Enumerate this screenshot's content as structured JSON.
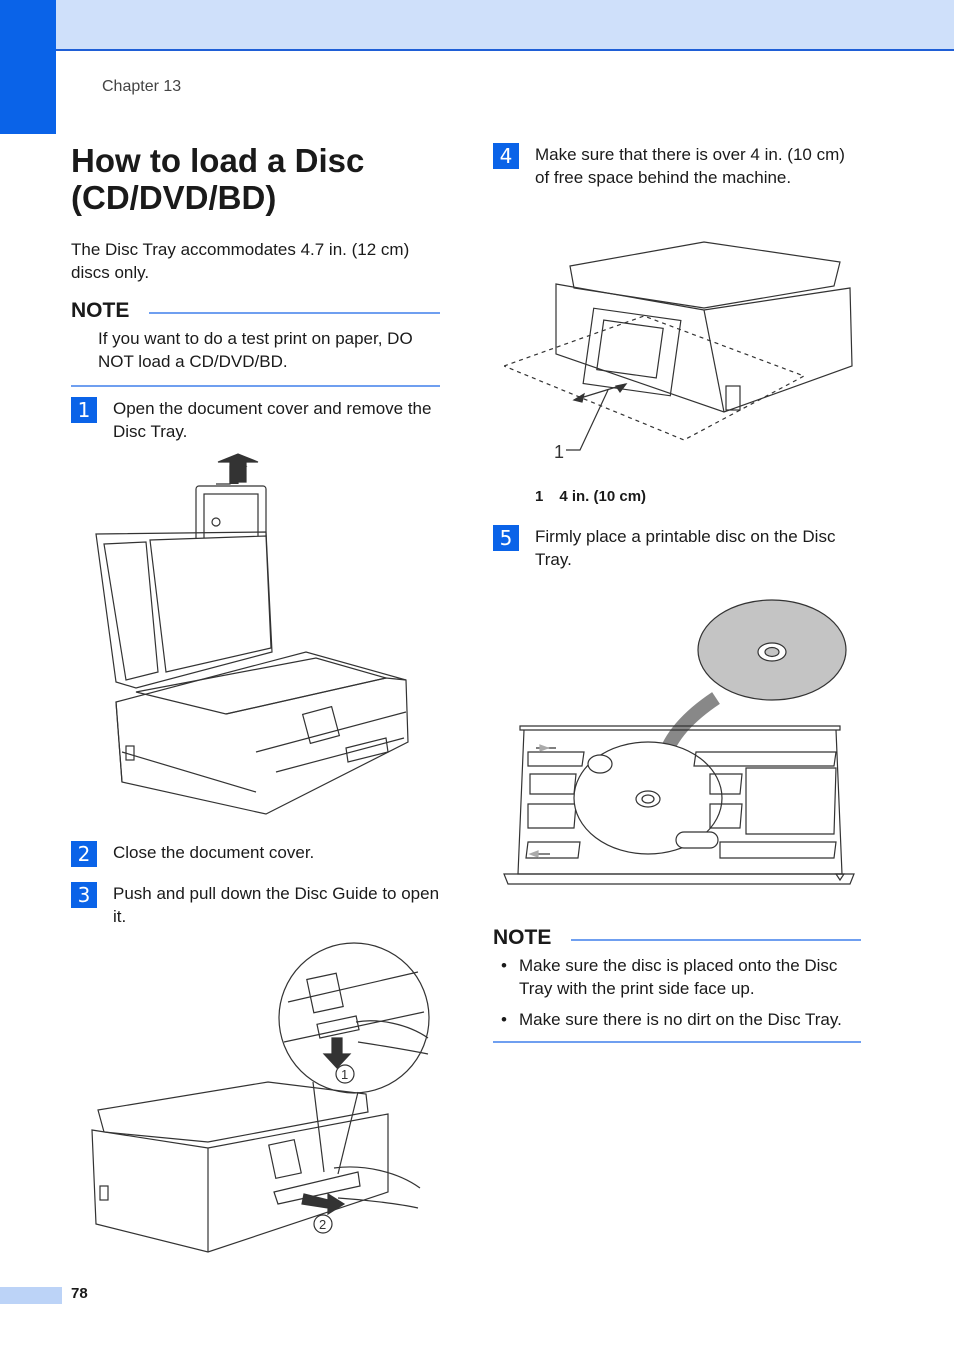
{
  "header": {
    "chapter": "Chapter 13"
  },
  "footer": {
    "page_number": "78"
  },
  "title": "How to load a Disc (CD/DVD/BD)",
  "intro": "The Disc Tray accommodates 4.7 in. (12 cm) discs only.",
  "note1": {
    "label": "NOTE",
    "text": "If you want to do a test print on paper, DO NOT load a CD/DVD/BD."
  },
  "steps": [
    {
      "num": "1",
      "text": "Open the document cover and remove the Disc Tray."
    },
    {
      "num": "2",
      "text": "Close the document cover."
    },
    {
      "num": "3",
      "text": "Push and pull down the Disc Guide to open it."
    },
    {
      "num": "4",
      "text": "Make sure that there is over 4 in. (10 cm) of free space behind the machine."
    },
    {
      "num": "5",
      "text": "Firmly place a printable disc on the Disc Tray."
    }
  ],
  "figure_callouts": {
    "push_down": "1",
    "pull_out": "2",
    "space_behind": "1"
  },
  "caption": {
    "num": "1",
    "text": "4 in. (10 cm)"
  },
  "note2": {
    "label": "NOTE",
    "bullet": "•",
    "items": [
      "Make sure the disc is placed onto the Disc Tray with the print side face up.",
      "Make sure there is no dirt on the Disc Tray."
    ]
  },
  "colors": {
    "accent": "#0a63e8",
    "band": "#cfe0fa",
    "rule": "#6f9ff0"
  }
}
